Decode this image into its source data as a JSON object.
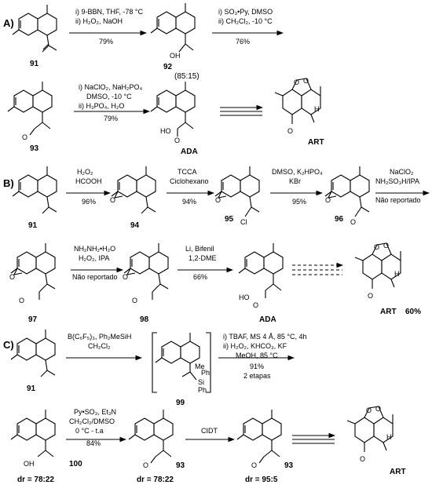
{
  "sections": {
    "a": "A)",
    "b": "B)",
    "c": "C)"
  },
  "cmp": {
    "c91a": "91",
    "c92": "92",
    "c92r": "(85:15)",
    "c93a": "93",
    "ada1": "ADA",
    "art1": "ART",
    "c91b": "91",
    "c94": "94",
    "c95": "95",
    "c96": "96",
    "c97": "97",
    "c98": "98",
    "ada2": "ADA",
    "art2": "ART",
    "y60": "60%",
    "c91c": "91",
    "c99": "99",
    "c100": "100",
    "c93b": "93",
    "c93c": "93",
    "art3": "ART",
    "dr1": "dr = 78:22",
    "dr2": "dr = 78:22",
    "dr3": "dr = 95:5"
  },
  "atoms": {
    "oh": "OH",
    "o": "O",
    "ho": "HO",
    "h": "H",
    "cl": "Cl",
    "si": "Si",
    "me": "Me",
    "ph": "Ph"
  },
  "cond": {
    "a1": [
      "i) 9-BBN, THF, -78 °C",
      "ii) H₂O₂, NaOH",
      "79%"
    ],
    "a2": [
      "i) SO₃•Py, DMSO",
      "ii) CH₂Cl₂, -10 °C",
      "76%"
    ],
    "a3": [
      "i) NaClO₂, NaH₂PO₄",
      "DMSO, -10 °C",
      "ii) H₃PO₄, H₂O",
      "79%"
    ],
    "b1": [
      "H₂O₂",
      "HCOOH",
      "96%"
    ],
    "b2": [
      "TCCA",
      "Ciclohexano",
      "94%"
    ],
    "b3": [
      "DMSO, K₂HPO₄",
      "KBr",
      "95%"
    ],
    "b4": [
      "NaClO₂",
      "NH₂SO₃H/IPA",
      "Não reportado"
    ],
    "b5": [
      "NH₂NH₂•H₂O",
      "H₂O₂, IPA",
      "Não reportado"
    ],
    "b6": [
      "Li, Bifenil",
      "1,2-DME",
      "66%"
    ],
    "c1": [
      "B(C₆F₅)₃, Ph₂MeSiH",
      "CH₂Cl₂"
    ],
    "c2": [
      "i)  TBAF, MS 4 Å, 85 °C, 4h",
      "ii) H₂O₂, KHCO₃, KF",
      "MeOH, 85 °C",
      "91%",
      "2 etapas"
    ],
    "c3": [
      "Py•SO₃, Et₃N",
      "CH₂Cl₂/DMSO",
      "0 °C - t.a",
      "84%"
    ],
    "c4": [
      "CIDT"
    ]
  }
}
